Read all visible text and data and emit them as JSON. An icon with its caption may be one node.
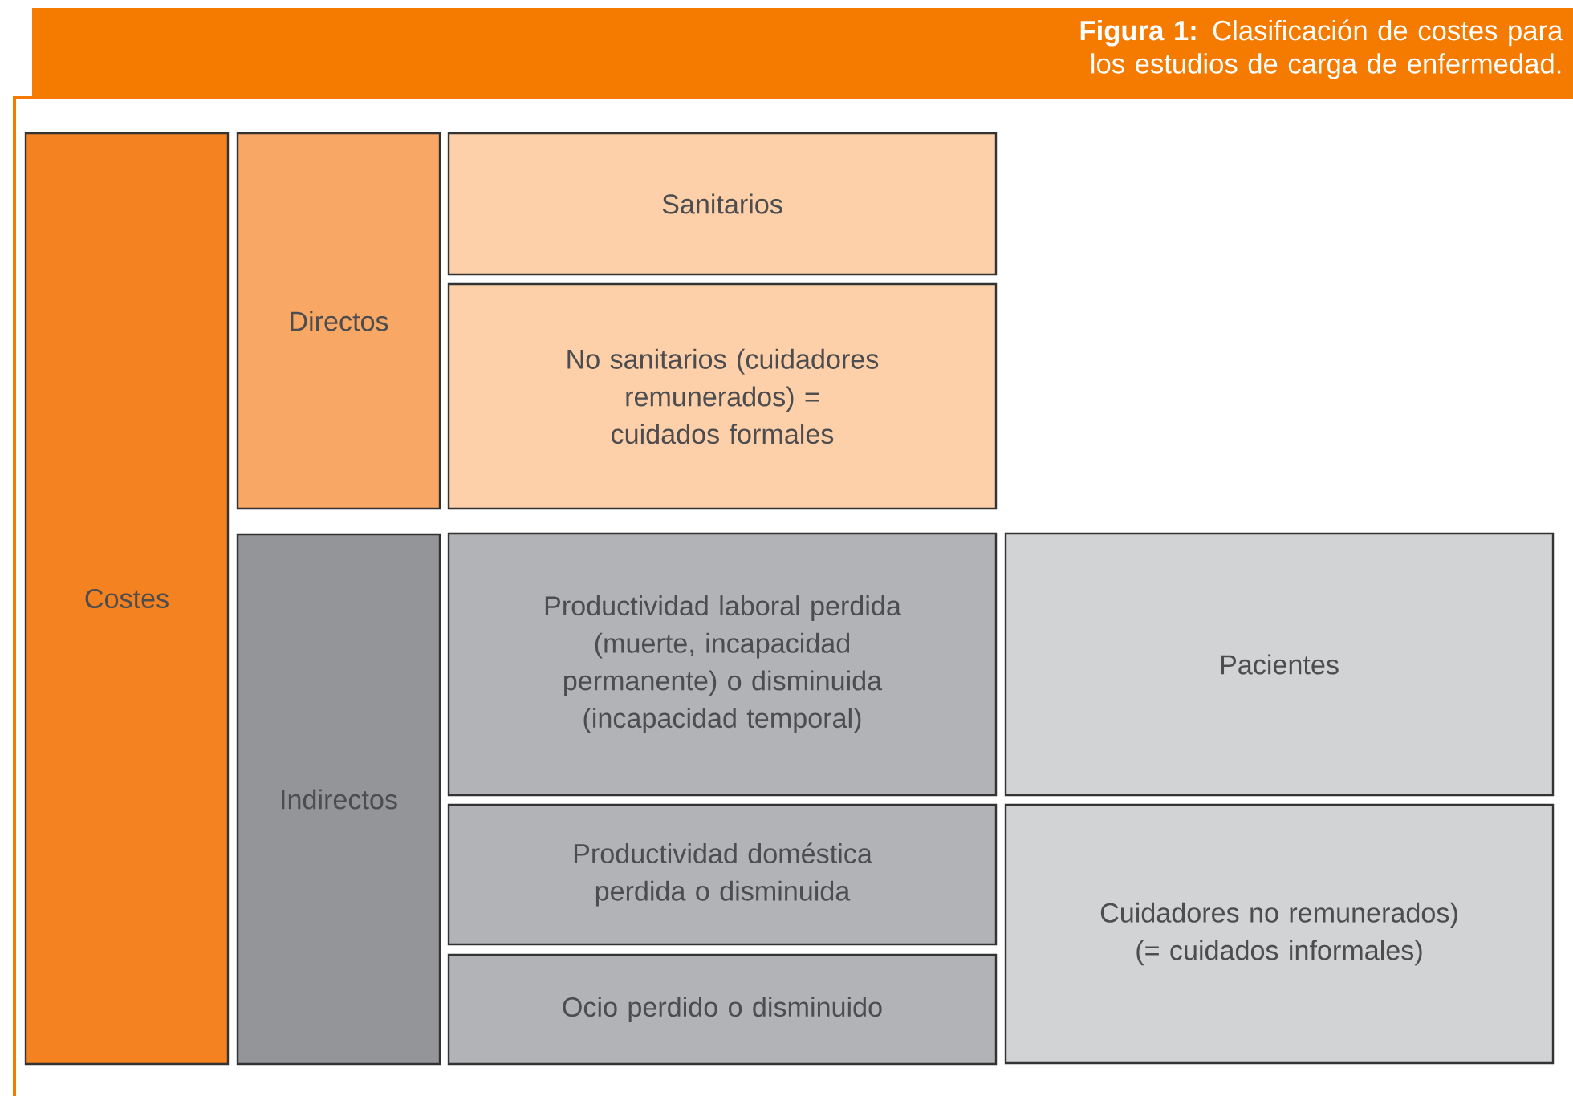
{
  "diagram": {
    "title": "**Figura 1:** Clasificación de costes para los estudios de carga de enfermedad.",
    "nodes": [
      {
        "text": [
          "Costes"
        ]
      },
      {
        "text": [
          "Directos"
        ]
      },
      {
        "text": [
          "Sanitarios"
        ]
      },
      {
        "text": [
          "No sanitarios (cuidadores remunerados) = cuidados formales"
        ]
      },
      {
        "text": [
          "Indirectos"
        ]
      },
      {
        "text": [
          "Productividad laboral perdida (muerte, incapacidad permanente) o disminuida (incapacidad temporal)"
        ]
      },
      {
        "text": [
          "Pacientes"
        ]
      },
      {
        "text": [
          "Productividad doméstica perdida o disminuida"
        ]
      },
      {
        "text": [
          "Ocio perdido o disminuido"
        ]
      },
      {
        "text": [
          "Cuidadores no remunerados) (= cuidados informales)"
        ]
      }
    ]
  }
}
